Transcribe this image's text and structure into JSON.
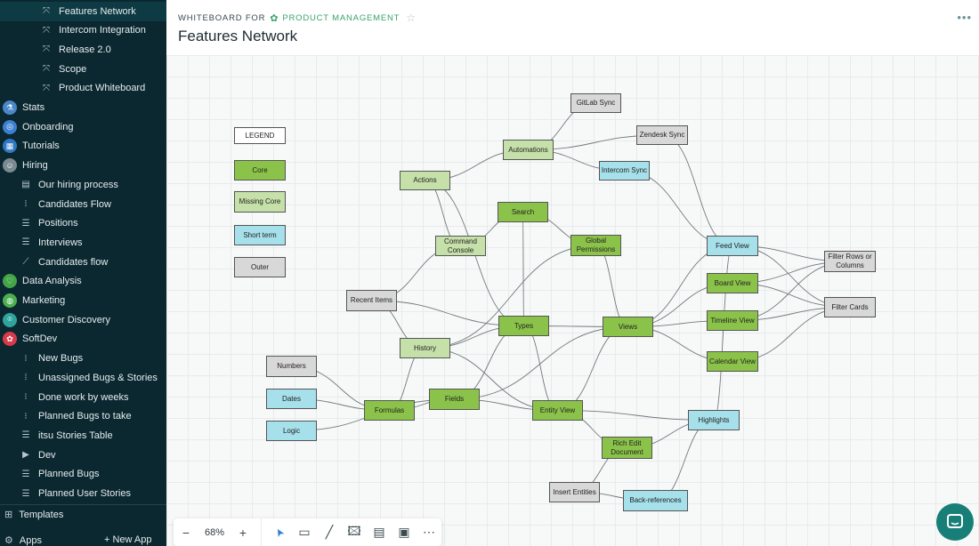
{
  "sidebar": {
    "items": [
      {
        "label": "Features Network",
        "level": "l3",
        "icon": "whiteboard-icon",
        "glyph": "⤧",
        "active": true
      },
      {
        "label": "Intercom Integration",
        "level": "l3",
        "icon": "whiteboard-icon",
        "glyph": "⤧"
      },
      {
        "label": "Release 2.0",
        "level": "l3",
        "icon": "whiteboard-icon",
        "glyph": "⤧"
      },
      {
        "label": "Scope",
        "level": "l3",
        "icon": "whiteboard-icon",
        "glyph": "⤧"
      },
      {
        "label": "Product Whiteboard",
        "level": "l3",
        "icon": "whiteboard-icon",
        "glyph": "⤧"
      },
      {
        "label": "Stats",
        "level": "l1",
        "icon": "flask-icon",
        "app": true,
        "color": "#4a86c8",
        "glyph": "⚗"
      },
      {
        "label": "Onboarding",
        "level": "l1",
        "icon": "onboarding-icon",
        "app": true,
        "color": "#3d7fd1",
        "glyph": "◎"
      },
      {
        "label": "Tutorials",
        "level": "l1",
        "icon": "tutorials-icon",
        "app": true,
        "color": "#2f78c4",
        "glyph": "▦"
      },
      {
        "label": "Hiring",
        "level": "l1",
        "icon": "hiring-icon",
        "app": true,
        "color": "#7a8a90",
        "glyph": "☺"
      },
      {
        "label": "Our hiring process",
        "level": "l2",
        "icon": "document-icon",
        "glyph": "▤"
      },
      {
        "label": "Candidates Flow",
        "level": "l2",
        "icon": "board-icon",
        "glyph": "⦙"
      },
      {
        "label": "Positions",
        "level": "l2",
        "icon": "table-icon",
        "glyph": "☰"
      },
      {
        "label": "Interviews",
        "level": "l2",
        "icon": "table-icon",
        "glyph": "☰"
      },
      {
        "label": "Candidates flow",
        "level": "l2",
        "icon": "chart-icon",
        "glyph": "⟋"
      },
      {
        "label": "Data Analysis",
        "level": "l1",
        "icon": "data-analysis-icon",
        "app": true,
        "color": "#43a547",
        "glyph": "♡"
      },
      {
        "label": "Marketing",
        "level": "l1",
        "icon": "marketing-icon",
        "app": true,
        "color": "#4caf50",
        "glyph": "◍"
      },
      {
        "label": "Customer Discovery",
        "level": "l1",
        "icon": "customer-discovery-icon",
        "app": true,
        "color": "#2fa49b",
        "glyph": "⌾"
      },
      {
        "label": "SoftDev",
        "level": "l1",
        "icon": "softdev-icon",
        "app": true,
        "color": "#d83a4b",
        "glyph": "✿"
      },
      {
        "label": "New Bugs",
        "level": "l2",
        "icon": "grid-icon",
        "glyph": "⁝"
      },
      {
        "label": "Unassigned Bugs & Stories",
        "level": "l2",
        "icon": "board-icon",
        "glyph": "⦙"
      },
      {
        "label": "Done work by weeks",
        "level": "l2",
        "icon": "grid-icon",
        "glyph": "⁝"
      },
      {
        "label": "Planned Bugs to take",
        "level": "l2",
        "icon": "grid-icon",
        "glyph": "⁝"
      },
      {
        "label": "itsu Stories Table",
        "level": "l2",
        "icon": "table-icon",
        "glyph": "☰"
      },
      {
        "label": "Dev",
        "level": "l2",
        "icon": "caret-right-icon",
        "glyph": "▶"
      },
      {
        "label": "Planned Bugs",
        "level": "l2",
        "icon": "table-icon",
        "glyph": "☰"
      },
      {
        "label": "Planned User Stories",
        "level": "l2",
        "icon": "table-icon",
        "glyph": "☰"
      }
    ],
    "templates_label": "Templates",
    "apps_label": "Apps",
    "new_app_label": "+ New App"
  },
  "header": {
    "breadcrumb_prefix": "WHITEBOARD FOR",
    "breadcrumb_link": "PRODUCT MANAGEMENT",
    "title": "Features Network"
  },
  "legend": {
    "title": "LEGEND",
    "items": [
      {
        "label": "Core",
        "kind": "core"
      },
      {
        "label": "Missing Core",
        "kind": "missing"
      },
      {
        "label": "Short term",
        "kind": "short"
      },
      {
        "label": "Outer",
        "kind": "outer"
      }
    ]
  },
  "nodes": [
    {
      "id": "gitlab",
      "label": "GitLab Sync",
      "kind": "outer"
    },
    {
      "id": "automations",
      "label": "Automations",
      "kind": "missing"
    },
    {
      "id": "zendesk",
      "label": "Zendesk Sync",
      "kind": "outer"
    },
    {
      "id": "actions",
      "label": "Actions",
      "kind": "missing"
    },
    {
      "id": "intercom",
      "label": "Intercom Sync",
      "kind": "short"
    },
    {
      "id": "search",
      "label": "Search",
      "kind": "core"
    },
    {
      "id": "command",
      "label": "Command Console",
      "kind": "missing"
    },
    {
      "id": "global",
      "label": "Global Permissions",
      "kind": "core"
    },
    {
      "id": "feed",
      "label": "Feed View",
      "kind": "short"
    },
    {
      "id": "filterrows",
      "label": "Filter Rows or Columns",
      "kind": "outer"
    },
    {
      "id": "board",
      "label": "Board View",
      "kind": "core"
    },
    {
      "id": "recent",
      "label": "Recent Items",
      "kind": "outer"
    },
    {
      "id": "filtercards",
      "label": "Filter Cards",
      "kind": "outer"
    },
    {
      "id": "types",
      "label": "Types",
      "kind": "core"
    },
    {
      "id": "views",
      "label": "Views",
      "kind": "core"
    },
    {
      "id": "timeline",
      "label": "Timeline View",
      "kind": "core"
    },
    {
      "id": "history",
      "label": "History",
      "kind": "missing"
    },
    {
      "id": "calendar",
      "label": "Calendar View",
      "kind": "core"
    },
    {
      "id": "numbers",
      "label": "Numbers",
      "kind": "outer"
    },
    {
      "id": "dates",
      "label": "Dates",
      "kind": "short"
    },
    {
      "id": "fields",
      "label": "Fields",
      "kind": "core"
    },
    {
      "id": "formulas",
      "label": "Formulas",
      "kind": "core"
    },
    {
      "id": "entity",
      "label": "Entity View",
      "kind": "core"
    },
    {
      "id": "highlights",
      "label": "Highlights",
      "kind": "short"
    },
    {
      "id": "logic",
      "label": "Logic",
      "kind": "short"
    },
    {
      "id": "richedit",
      "label": "Rich Edit Document",
      "kind": "core"
    },
    {
      "id": "insert",
      "label": "Insert Entities",
      "kind": "outer"
    },
    {
      "id": "backrefs",
      "label": "Back-references",
      "kind": "short"
    }
  ],
  "edges": [
    [
      "gitlab",
      "automations"
    ],
    [
      "automations",
      "zendesk"
    ],
    [
      "automations",
      "intercom"
    ],
    [
      "automations",
      "actions"
    ],
    [
      "actions",
      "command"
    ],
    [
      "actions",
      "types"
    ],
    [
      "search",
      "command"
    ],
    [
      "search",
      "types"
    ],
    [
      "search",
      "global"
    ],
    [
      "command",
      "recent"
    ],
    [
      "global",
      "views"
    ],
    [
      "global",
      "history"
    ],
    [
      "zendesk",
      "feed"
    ],
    [
      "intercom",
      "feed"
    ],
    [
      "feed",
      "filterrows"
    ],
    [
      "feed",
      "filtercards"
    ],
    [
      "board",
      "filterrows"
    ],
    [
      "board",
      "filtercards"
    ],
    [
      "timeline",
      "filterrows"
    ],
    [
      "timeline",
      "filtercards"
    ],
    [
      "calendar",
      "filtercards"
    ],
    [
      "views",
      "feed"
    ],
    [
      "views",
      "board"
    ],
    [
      "views",
      "timeline"
    ],
    [
      "views",
      "calendar"
    ],
    [
      "views",
      "types"
    ],
    [
      "recent",
      "history"
    ],
    [
      "recent",
      "types"
    ],
    [
      "history",
      "types"
    ],
    [
      "history",
      "formulas"
    ],
    [
      "history",
      "entity"
    ],
    [
      "types",
      "fields"
    ],
    [
      "views",
      "fields"
    ],
    [
      "views",
      "entity"
    ],
    [
      "numbers",
      "formulas"
    ],
    [
      "dates",
      "formulas"
    ],
    [
      "logic",
      "fields"
    ],
    [
      "formulas",
      "fields"
    ],
    [
      "fields",
      "entity"
    ],
    [
      "entity",
      "highlights"
    ],
    [
      "entity",
      "richedit"
    ],
    [
      "richedit",
      "highlights"
    ],
    [
      "feed",
      "highlights"
    ],
    [
      "richedit",
      "insert"
    ],
    [
      "insert",
      "backrefs"
    ],
    [
      "backrefs",
      "highlights"
    ],
    [
      "types",
      "entity"
    ]
  ],
  "toolbar": {
    "zoom": "68%",
    "zoom_out": "−",
    "zoom_in": "+",
    "tools": [
      {
        "name": "select-tool-icon",
        "glyph": "➤"
      },
      {
        "name": "rectangle-tool-icon",
        "glyph": "▭"
      },
      {
        "name": "line-tool-icon",
        "glyph": "╱"
      },
      {
        "name": "image-tool-icon",
        "glyph": "🖾"
      },
      {
        "name": "text-block-tool-icon",
        "glyph": "▤"
      },
      {
        "name": "card-tool-icon",
        "glyph": "▣"
      },
      {
        "name": "more-tools-icon",
        "glyph": "⋯"
      }
    ]
  }
}
